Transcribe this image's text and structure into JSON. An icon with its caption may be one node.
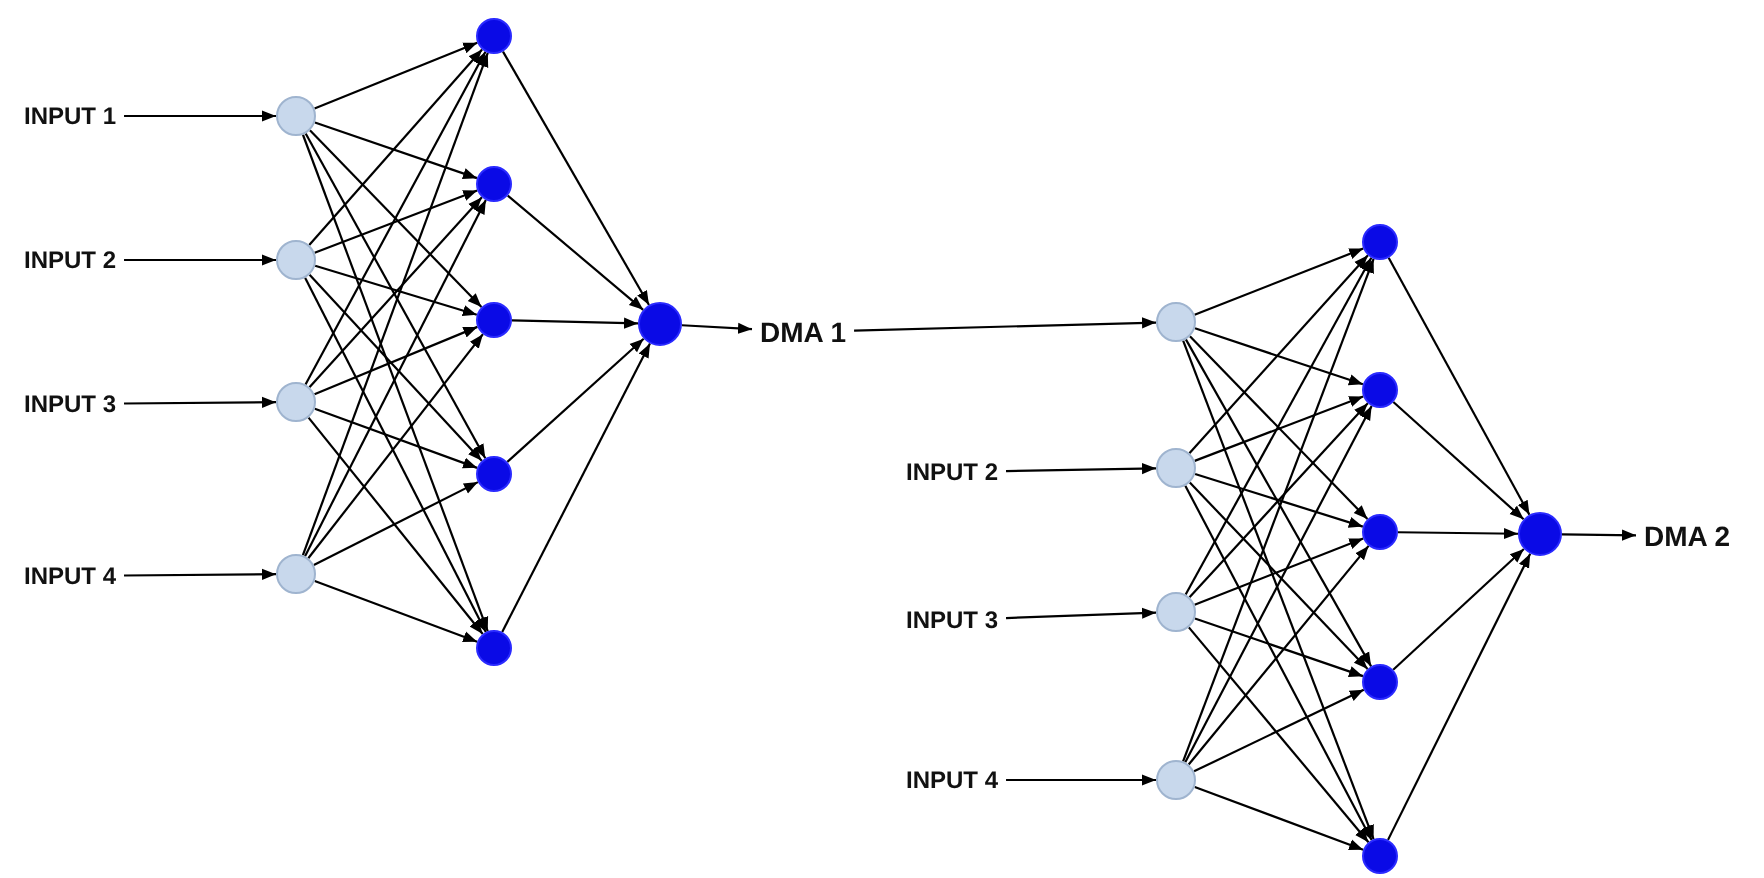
{
  "diagram": {
    "nodes": [
      {
        "text": [
          "INPUT 1"
        ]
      },
      {
        "text": [
          "INPUT 2"
        ]
      },
      {
        "text": [
          "INPUT 3"
        ]
      },
      {
        "text": [
          "INPUT 4"
        ]
      },
      {
        "text": [],
        "shape": "circle"
      },
      {
        "text": [],
        "shape": "circle"
      },
      {
        "text": [],
        "shape": "circle"
      },
      {
        "text": [],
        "shape": "circle"
      },
      {
        "text": [],
        "shape": "circle"
      },
      {
        "text": [],
        "shape": "circle"
      },
      {
        "text": [],
        "shape": "circle"
      },
      {
        "text": [],
        "shape": "circle"
      },
      {
        "text": [],
        "shape": "circle"
      },
      {
        "text": [],
        "shape": "circle"
      },
      {
        "text": [
          "DMA 1"
        ]
      },
      {
        "text": [
          "INPUT 2"
        ]
      },
      {
        "text": [
          "INPUT 3"
        ]
      },
      {
        "text": [
          "INPUT 4"
        ]
      },
      {
        "text": [],
        "shape": "circle"
      },
      {
        "text": [],
        "shape": "circle"
      },
      {
        "text": [],
        "shape": "circle"
      },
      {
        "text": [],
        "shape": "circle"
      },
      {
        "text": [],
        "shape": "circle"
      },
      {
        "text": [],
        "shape": "circle"
      },
      {
        "text": [],
        "shape": "circle"
      },
      {
        "text": [],
        "shape": "circle"
      },
      {
        "text": [],
        "shape": "circle"
      },
      {
        "text": [],
        "shape": "circle"
      },
      {
        "text": [
          "DMA 2"
        ]
      }
    ],
    "edges": [
      {
        "from": 0,
        "to": 4,
        "arrow": "to"
      },
      {
        "from": 1,
        "to": 5,
        "arrow": "to"
      },
      {
        "from": 2,
        "to": 6,
        "arrow": "to"
      },
      {
        "from": 3,
        "to": 7,
        "arrow": "to"
      },
      {
        "from": 4,
        "to": 8,
        "arrow": "to"
      },
      {
        "from": 4,
        "to": 9,
        "arrow": "to"
      },
      {
        "from": 4,
        "to": 10,
        "arrow": "to"
      },
      {
        "from": 4,
        "to": 11,
        "arrow": "to"
      },
      {
        "from": 4,
        "to": 12,
        "arrow": "to"
      },
      {
        "from": 5,
        "to": 8,
        "arrow": "to"
      },
      {
        "from": 5,
        "to": 9,
        "arrow": "to"
      },
      {
        "from": 5,
        "to": 10,
        "arrow": "to"
      },
      {
        "from": 5,
        "to": 11,
        "arrow": "to"
      },
      {
        "from": 5,
        "to": 12,
        "arrow": "to"
      },
      {
        "from": 6,
        "to": 8,
        "arrow": "to"
      },
      {
        "from": 6,
        "to": 9,
        "arrow": "to"
      },
      {
        "from": 6,
        "to": 10,
        "arrow": "to"
      },
      {
        "from": 6,
        "to": 11,
        "arrow": "to"
      },
      {
        "from": 6,
        "to": 12,
        "arrow": "to"
      },
      {
        "from": 7,
        "to": 8,
        "arrow": "to"
      },
      {
        "from": 7,
        "to": 9,
        "arrow": "to"
      },
      {
        "from": 7,
        "to": 10,
        "arrow": "to"
      },
      {
        "from": 7,
        "to": 11,
        "arrow": "to"
      },
      {
        "from": 7,
        "to": 12,
        "arrow": "to"
      },
      {
        "from": 8,
        "to": 13,
        "arrow": "to"
      },
      {
        "from": 9,
        "to": 13,
        "arrow": "to"
      },
      {
        "from": 10,
        "to": 13,
        "arrow": "to"
      },
      {
        "from": 11,
        "to": 13,
        "arrow": "to"
      },
      {
        "from": 12,
        "to": 13,
        "arrow": "to"
      },
      {
        "from": 13,
        "to": 14,
        "arrow": "to"
      },
      {
        "from": 14,
        "to": 18,
        "arrow": "to"
      },
      {
        "from": 15,
        "to": 19,
        "arrow": "to"
      },
      {
        "from": 16,
        "to": 20,
        "arrow": "to"
      },
      {
        "from": 17,
        "to": 21,
        "arrow": "to"
      },
      {
        "from": 18,
        "to": 22,
        "arrow": "to"
      },
      {
        "from": 18,
        "to": 23,
        "arrow": "to"
      },
      {
        "from": 18,
        "to": 24,
        "arrow": "to"
      },
      {
        "from": 18,
        "to": 25,
        "arrow": "to"
      },
      {
        "from": 18,
        "to": 26,
        "arrow": "to"
      },
      {
        "from": 19,
        "to": 22,
        "arrow": "to"
      },
      {
        "from": 19,
        "to": 23,
        "arrow": "to"
      },
      {
        "from": 19,
        "to": 24,
        "arrow": "to"
      },
      {
        "from": 19,
        "to": 25,
        "arrow": "to"
      },
      {
        "from": 19,
        "to": 26,
        "arrow": "to"
      },
      {
        "from": 20,
        "to": 22,
        "arrow": "to"
      },
      {
        "from": 20,
        "to": 23,
        "arrow": "to"
      },
      {
        "from": 20,
        "to": 24,
        "arrow": "to"
      },
      {
        "from": 20,
        "to": 25,
        "arrow": "to"
      },
      {
        "from": 20,
        "to": 26,
        "arrow": "to"
      },
      {
        "from": 21,
        "to": 22,
        "arrow": "to"
      },
      {
        "from": 21,
        "to": 23,
        "arrow": "to"
      },
      {
        "from": 21,
        "to": 24,
        "arrow": "to"
      },
      {
        "from": 21,
        "to": 25,
        "arrow": "to"
      },
      {
        "from": 21,
        "to": 26,
        "arrow": "to"
      },
      {
        "from": 22,
        "to": 27,
        "arrow": "to"
      },
      {
        "from": 23,
        "to": 27,
        "arrow": "to"
      },
      {
        "from": 24,
        "to": 27,
        "arrow": "to"
      },
      {
        "from": 25,
        "to": 27,
        "arrow": "to"
      },
      {
        "from": 26,
        "to": 27,
        "arrow": "to"
      },
      {
        "from": 27,
        "to": 28,
        "arrow": "to"
      }
    ]
  }
}
